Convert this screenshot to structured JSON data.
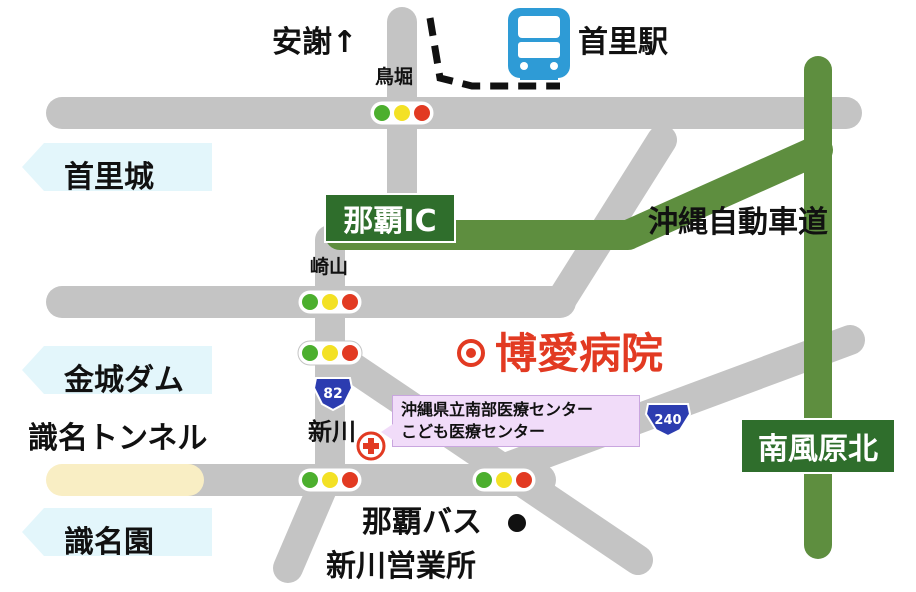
{
  "labels": {
    "anjya": "安謝↑",
    "shuri_station": "首里駅",
    "torihori": "鳥堀",
    "shurijo": "首里城",
    "naha_ic": "那覇IC",
    "okinawa_expressway": "沖縄自動車道",
    "sakiyama": "崎山",
    "kinjo_dam": "金城ダム",
    "hospital": "博愛病院",
    "route_82": "82",
    "route_240": "240",
    "arakawa": "新川",
    "prefectural_center_line1": "沖縄県立南部医療センター",
    "prefectural_center_line2": "こども医療センター",
    "shikina_tunnel": "識名トンネル",
    "haebaru_kita": "南風原北",
    "shikinaen": "識名園",
    "naha_bus": "那覇バス",
    "arakawa_office": "新川営業所"
  },
  "colors": {
    "road": "#c4c4c4",
    "expressway": "#5e8e3f",
    "tunnel": "#f9eec4",
    "hospital": "#e23a22",
    "green_box": "#2f6e2c",
    "station_icon": "#2e9bd6",
    "route_shield": "#2c3cb0"
  },
  "icons": [
    "train-icon",
    "traffic-light-icon",
    "hospital-cross-icon",
    "route-shield-icon",
    "target-icon"
  ]
}
